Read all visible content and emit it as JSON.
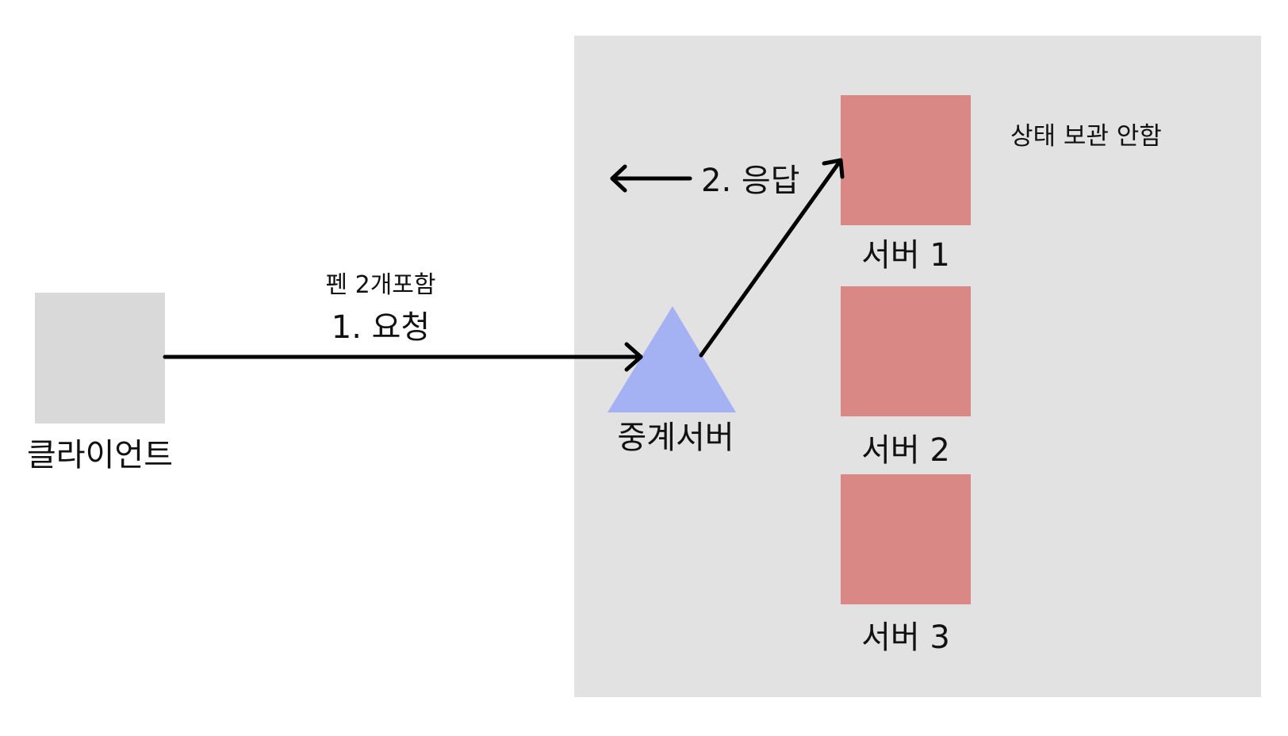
{
  "client": {
    "label": "클라이언트"
  },
  "relay": {
    "label": "중계서버"
  },
  "servers": [
    {
      "label": "서버 1"
    },
    {
      "label": "서버 2"
    },
    {
      "label": "서버 3"
    }
  ],
  "request": {
    "label": "1. 요청",
    "note": "펜 2개포함"
  },
  "response": {
    "label": "2. 응답"
  },
  "server_note": "상태 보관 안함",
  "colors": {
    "server_area": "#e2e2e2",
    "client_box": "#d9d9d9",
    "server_box": "#da8885",
    "relay_triangle": "#a4b2f4",
    "arrow": "#000000"
  }
}
